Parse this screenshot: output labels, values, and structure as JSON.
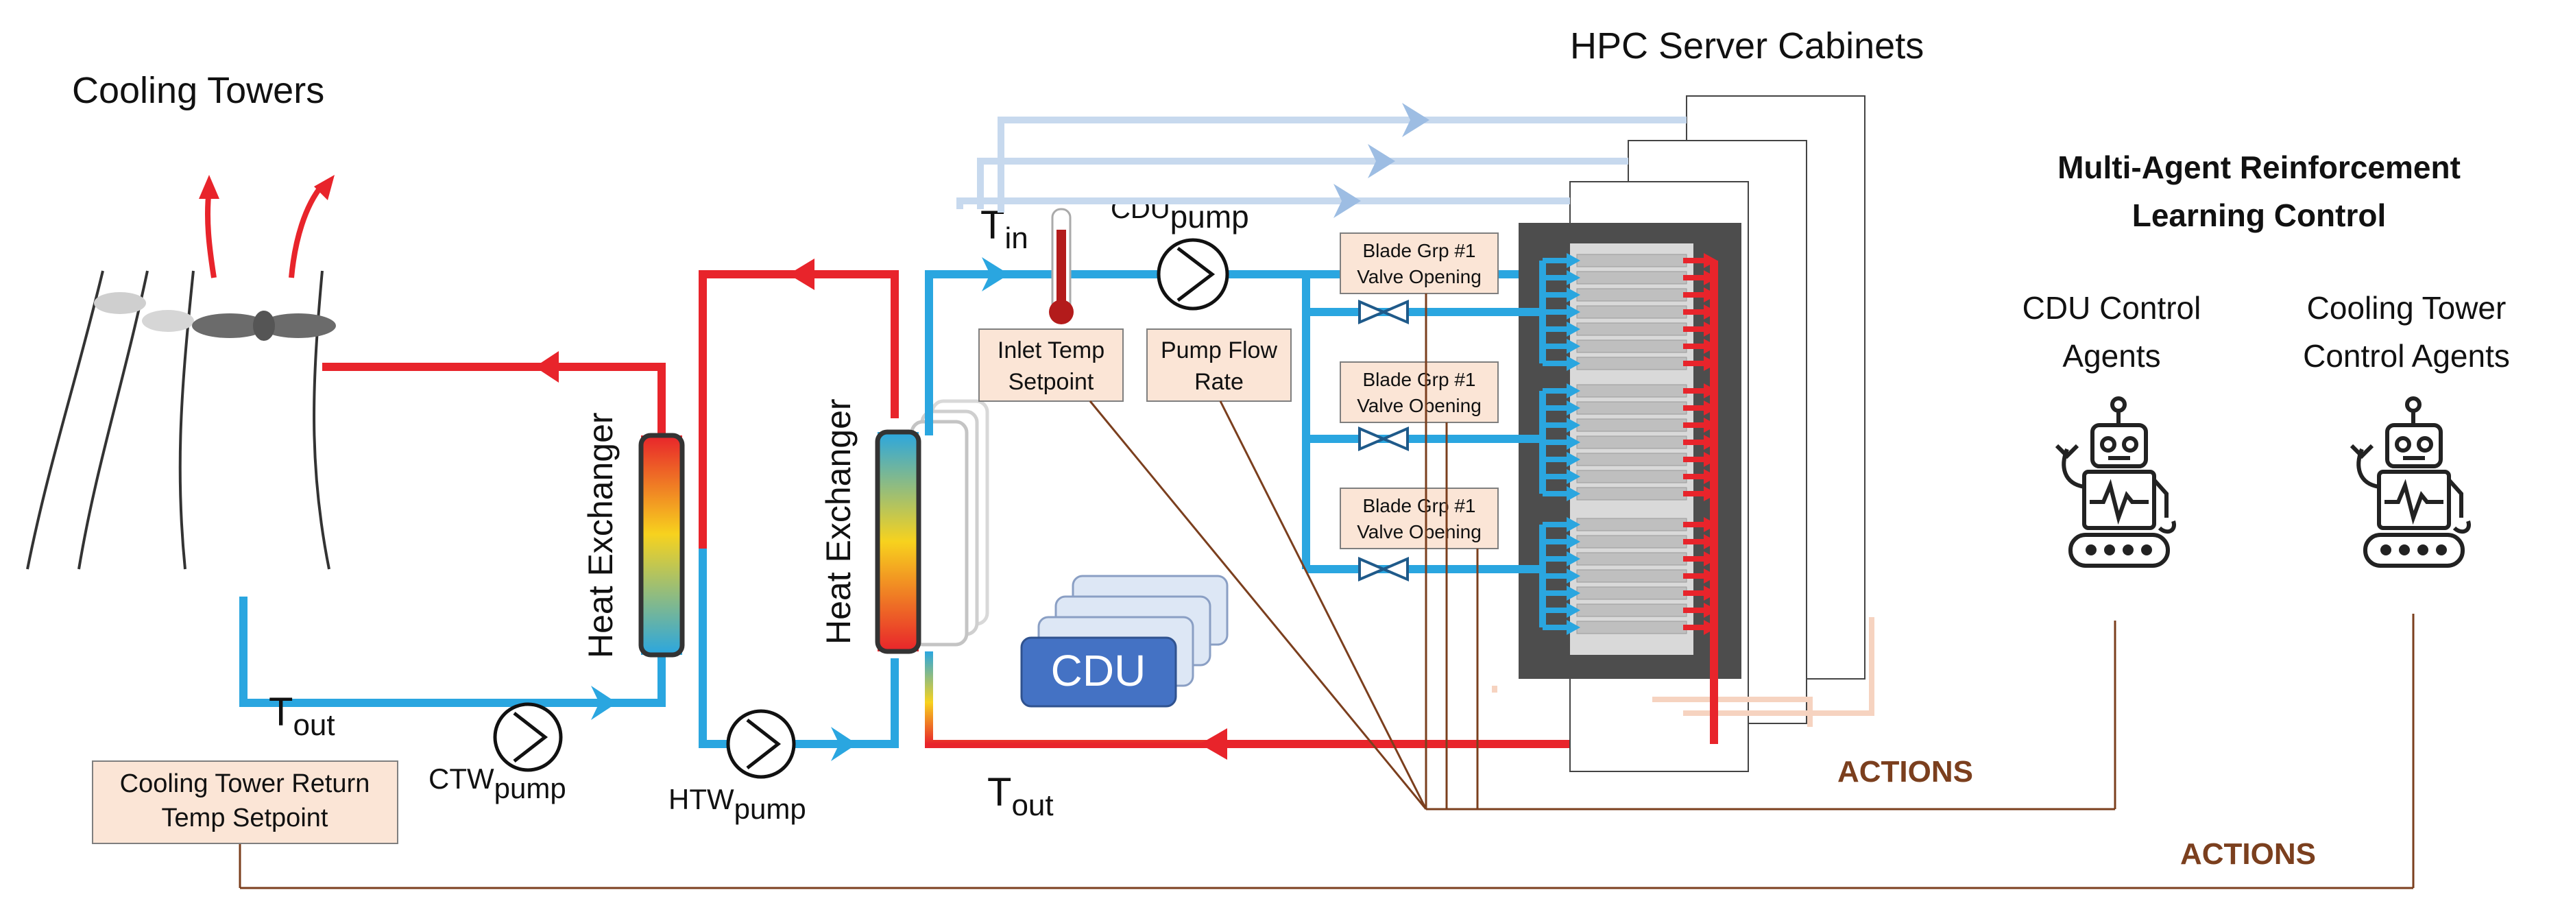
{
  "labels": {
    "cooling_towers": "Cooling Towers",
    "hpc_cabinets": "HPC Server Cabinets",
    "marl_line1": "Multi-Agent Reinforcement",
    "marl_line2": "Learning Control",
    "cdu_agents_line1": "CDU Control",
    "cdu_agents_line2": "Agents",
    "ct_agents_line1": "Cooling Tower",
    "ct_agents_line2": "Control Agents",
    "heat_exchanger_1": "Heat Exchanger",
    "heat_exchanger_2": "Heat Exchanger",
    "cdu": "CDU",
    "actions_1": "ACTIONS",
    "actions_2": "ACTIONS"
  },
  "temps": {
    "t_symbol": "T",
    "in_sub": "in",
    "out_sub": "out"
  },
  "pumps": {
    "cdu_main": "CDU",
    "cdu_sub": "pump",
    "ctw_main": "CTW",
    "ctw_sub": "pump",
    "htw_main": "HTW",
    "htw_sub": "pump"
  },
  "boxes": {
    "inlet_line1": "Inlet Temp",
    "inlet_line2": "Setpoint",
    "flow_line1": "Pump Flow",
    "flow_line2": "Rate",
    "valve1_line1": "Blade Grp #1",
    "valve1_line2": "Valve Opening",
    "valve2_line1": "Blade Grp #1",
    "valve2_line2": "Valve Opening",
    "valve3_line1": "Blade Grp #1",
    "valve3_line2": "Valve Opening",
    "ctr_line1": "Cooling Tower Return",
    "ctr_line2": "Temp Setpoint"
  },
  "colors": {
    "hot": "#e8242b",
    "cold": "#2aa6e0",
    "control": "#7b3f1e",
    "box_fill": "#fbe5d6",
    "cdu_fill": "#4472c4"
  }
}
